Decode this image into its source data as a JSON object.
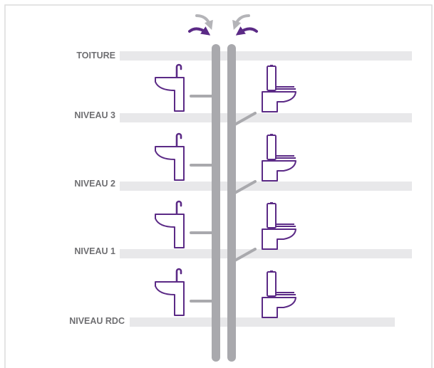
{
  "levels": [
    {
      "label": "TOITURE"
    },
    {
      "label": "NIVEAU 3"
    },
    {
      "label": "NIVEAU 2"
    },
    {
      "label": "NIVEAU 1"
    },
    {
      "label": "NIVEAU RDC"
    }
  ],
  "colors": {
    "frame": "#dcdcdc",
    "slab": "#e8e8ea",
    "pipe": "#a9a9ad",
    "fixture": "#5b2a86",
    "arrow_gray": "#b4b4b8",
    "arrow_purple": "#5b2a86",
    "label": "#6f6f72"
  },
  "icons": {
    "sink": "washbasin-icon",
    "toilet": "toilet-icon",
    "air_in": "curved-arrow-icon",
    "air_out": "curved-arrow-icon"
  }
}
